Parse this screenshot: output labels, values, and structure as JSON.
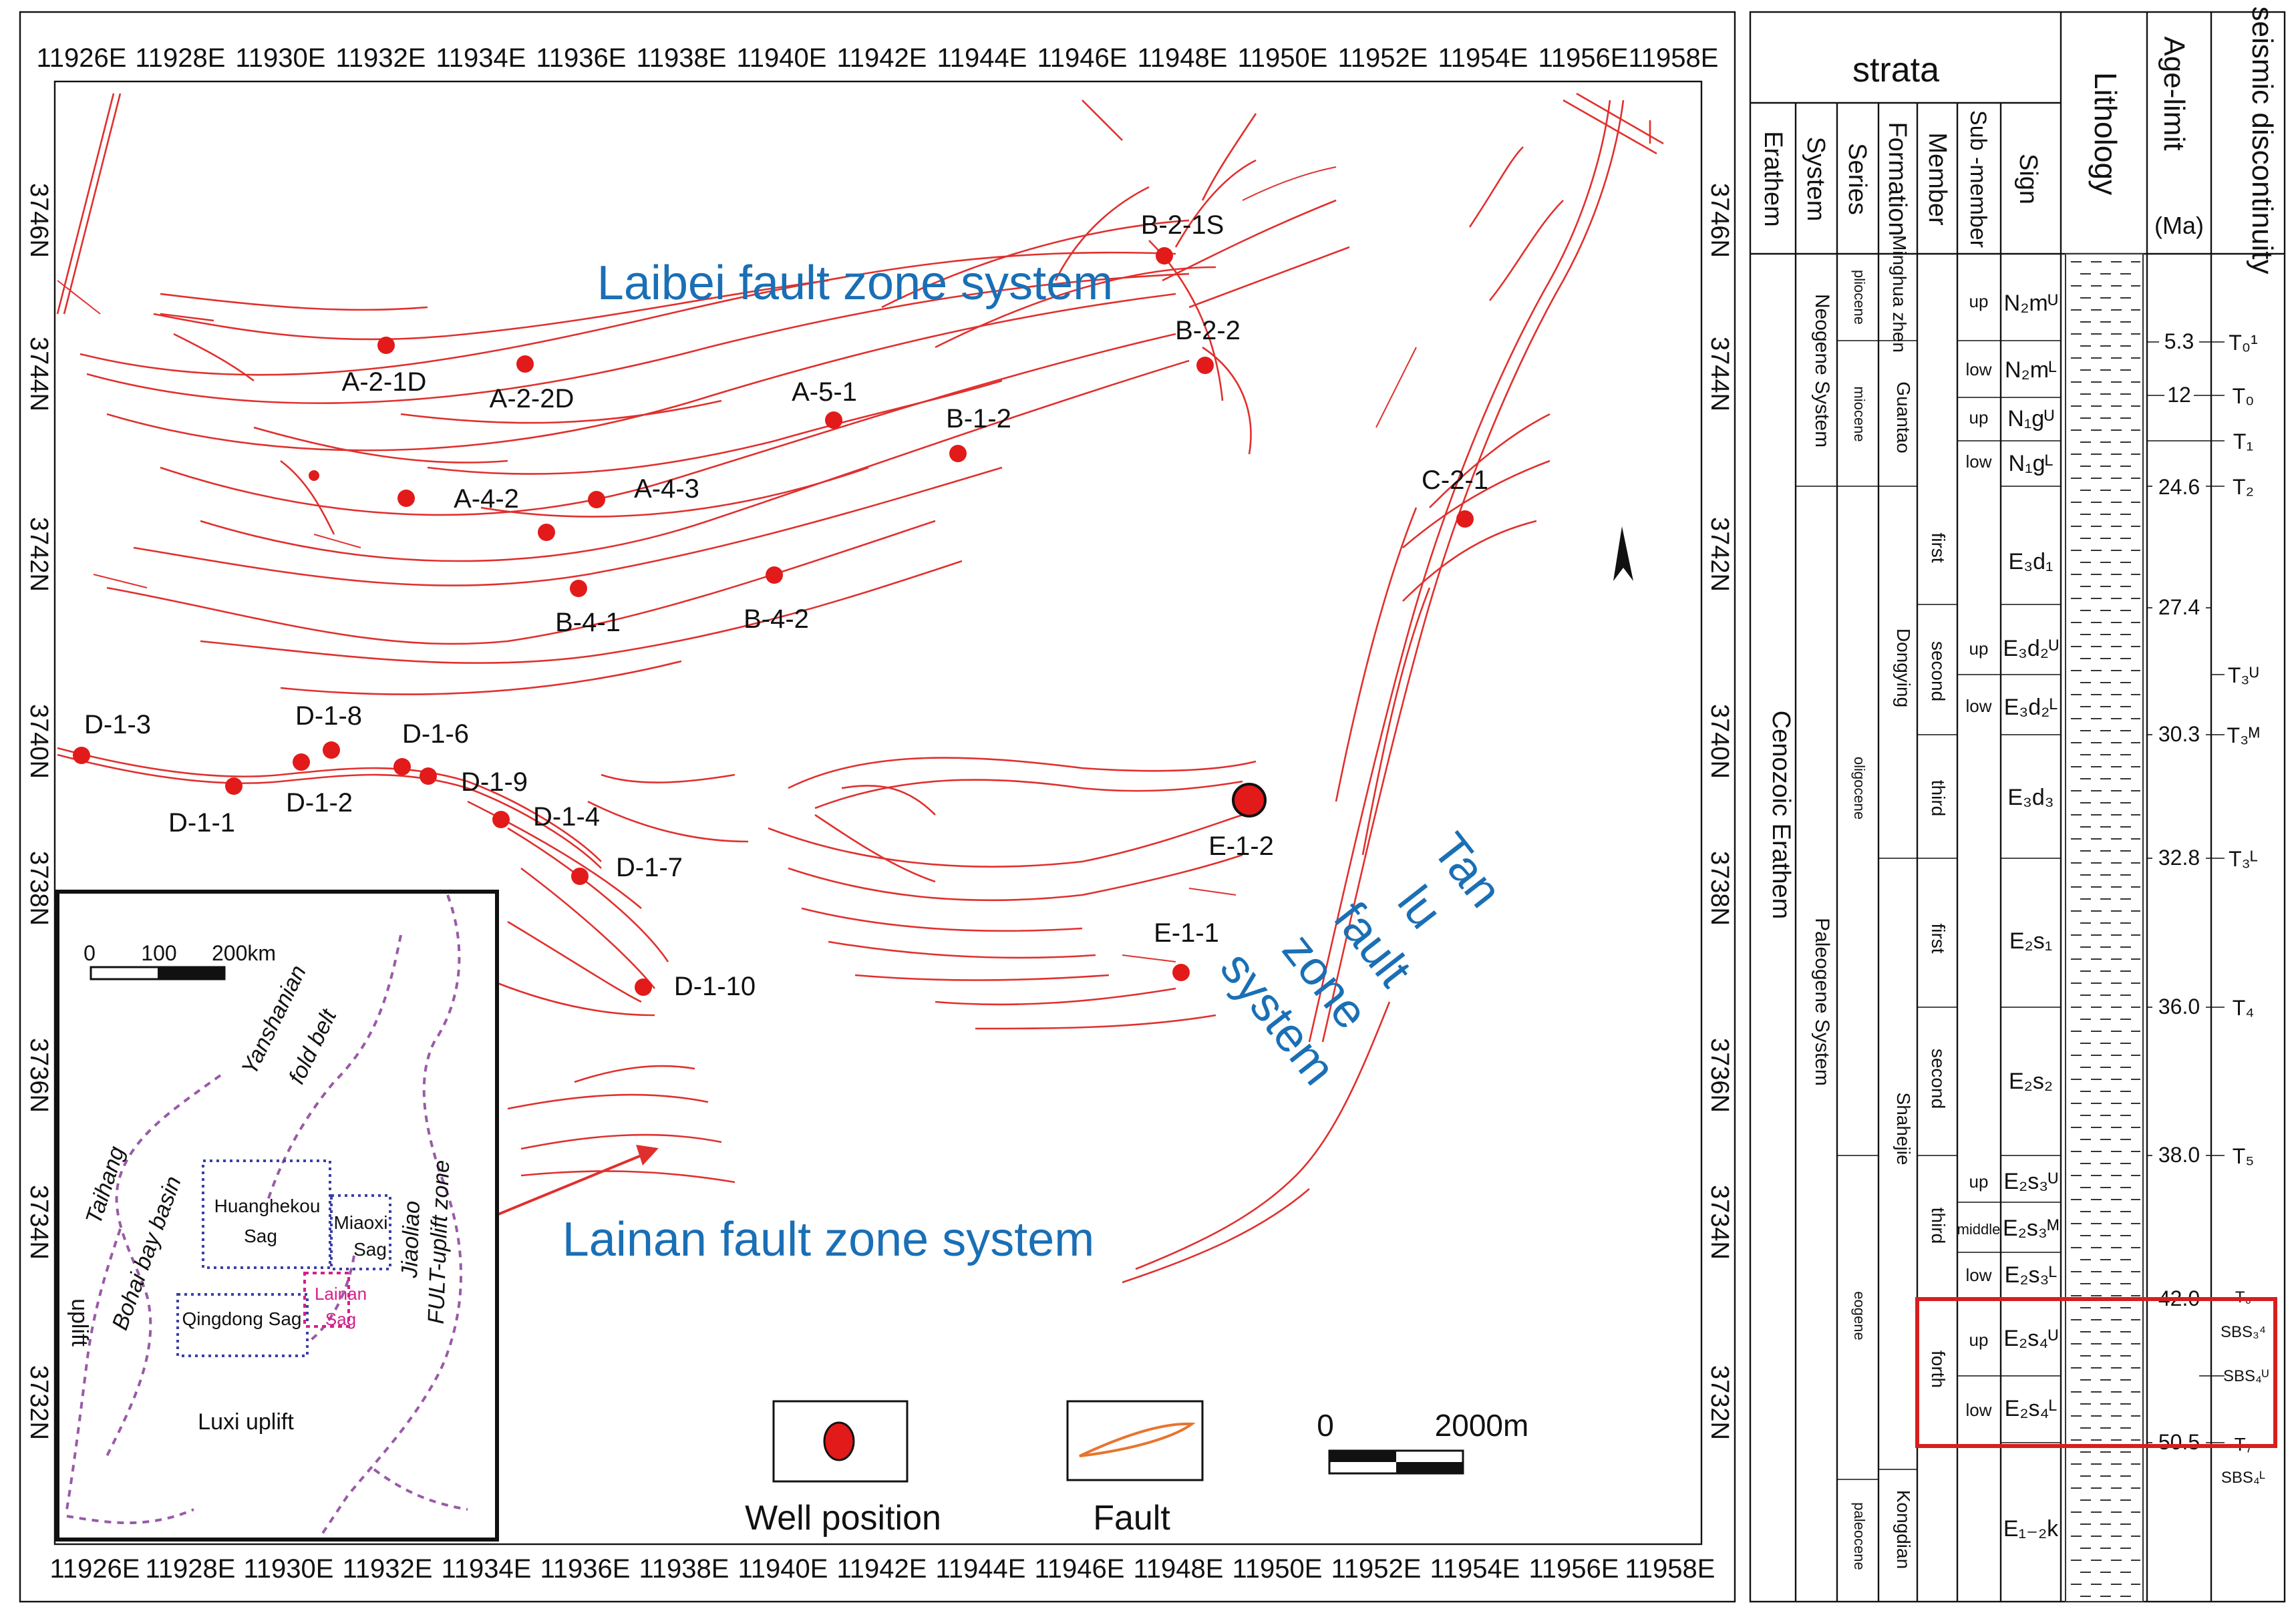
{
  "map": {
    "top_lon_labels": [
      "11926E",
      "11928E",
      "11930E",
      "11932E",
      "11934E",
      "11936E",
      "11938E",
      "11940E",
      "11942E",
      "11944E",
      "11946E",
      "11948E",
      "11950E",
      "11952E",
      "11954E",
      "11956E",
      "11958E"
    ],
    "bottom_lon_labels": [
      "11926E",
      "11928E",
      "11930E",
      "11932E",
      "11934E",
      "11936E",
      "11938E",
      "11940E",
      "11942E",
      "11944E",
      "11946E",
      "11948E",
      "11950E",
      "11952E",
      "11954E",
      "11956E",
      "11958E"
    ],
    "lat_labels": [
      "3746N",
      "3744N",
      "3742N",
      "3740N",
      "3738N",
      "3736N",
      "3734N",
      "3732N"
    ],
    "zone_labels": {
      "laibei": "Laibei fault zone system",
      "lainan": "Lainan fault zone system",
      "tanlu": [
        "Tan",
        "lu",
        "fault",
        "zone",
        "system"
      ]
    },
    "wells": [
      {
        "name": "A-2-1D"
      },
      {
        "name": "A-2-2D"
      },
      {
        "name": "A-4-2"
      },
      {
        "name": "A-4-3"
      },
      {
        "name": "A-5-1"
      },
      {
        "name": "B-1-2"
      },
      {
        "name": "B-2-1S"
      },
      {
        "name": "B-2-2"
      },
      {
        "name": "B-4-1"
      },
      {
        "name": "B-4-2"
      },
      {
        "name": "C-2-1"
      },
      {
        "name": "D-1-3"
      },
      {
        "name": "D-1-1"
      },
      {
        "name": "D-1-8"
      },
      {
        "name": "D-1-2"
      },
      {
        "name": "D-1-6"
      },
      {
        "name": "D-1-9"
      },
      {
        "name": "D-1-4"
      },
      {
        "name": "D-1-7"
      },
      {
        "name": "D-1-10"
      },
      {
        "name": "E-1-2"
      },
      {
        "name": "E-1-1"
      }
    ],
    "legend": {
      "well_label": "Well position",
      "fault_label": "Fault"
    },
    "scale": {
      "zero": "0",
      "distance": "2000m"
    },
    "inset": {
      "scale_labels": [
        "0",
        "100",
        "200km"
      ],
      "regions": [
        "Taihang",
        "uplift",
        "Bohai bay basin",
        "Yanshanian",
        "fold belt",
        "Jiaoliao",
        "FULT-uplift zone",
        "Huanghekou",
        "Sag",
        "Miaoxi",
        "Sag",
        "Lainan",
        "Sag",
        "Qingdong Sag",
        "Luxi uplift"
      ]
    }
  },
  "strata": {
    "title": "strata",
    "headers": [
      "Erathem",
      "System",
      "Series",
      "Formation",
      "Member",
      "Sub -member",
      "Sign",
      "Lithology",
      "Age-limit",
      "(Ma)",
      "seismic discontinuity"
    ],
    "erathem": "Cenozoic Erathem",
    "systems": [
      "Neogene System",
      "Paleogene System"
    ],
    "series": [
      "pliocene",
      "miocene",
      "oligocene",
      "eogene",
      "paleocene"
    ],
    "formations": [
      "Minghua zhen",
      "Guantao",
      "Dongying",
      "Shahejie",
      "Kongdian"
    ],
    "members": [
      "first",
      "second",
      "third",
      "first",
      "second",
      "third",
      "forth"
    ],
    "submembers": [
      "up",
      "low",
      "up",
      "low",
      "up",
      "low",
      "up",
      "middle",
      "low",
      "up",
      "low"
    ],
    "signs": [
      "N₂mᵁ",
      "N₂mᴸ",
      "N₁gᵁ",
      "N₁gᴸ",
      "E₃d₁",
      "E₃d₂ᵁ",
      "E₃d₂ᴸ",
      "E₃d₃",
      "E₂s₁",
      "E₂s₂",
      "E₂s₃ᵁ",
      "E₂s₃ᴹ",
      "E₂s₃ᴸ",
      "E₂s₄ᵁ",
      "E₂s₄ᴸ",
      "E₁₋₂k"
    ],
    "ages": [
      "5.3",
      "12",
      "24.6",
      "27.4",
      "30.3",
      "32.8",
      "36.0",
      "38.0",
      "42.0",
      "50.5"
    ],
    "seismic": [
      "T₀¹",
      "T₀",
      "T₁",
      "T₂",
      "T₃ᵁ",
      "T₃ᴹ",
      "T₃ᴸ",
      "T₄",
      "T₅",
      "T₆",
      "SBS₃⁴",
      "SBS₄ᵁ",
      "T₇",
      "SBS₄ᴸ"
    ]
  },
  "colors": {
    "fault": "#e0302e",
    "well": "#e21a1a",
    "zone_label": "#1a6fb5",
    "highlight": "#d81e1e",
    "inset_boundary": "#9a5aa8",
    "inset_sag": "#3a3fa6"
  }
}
